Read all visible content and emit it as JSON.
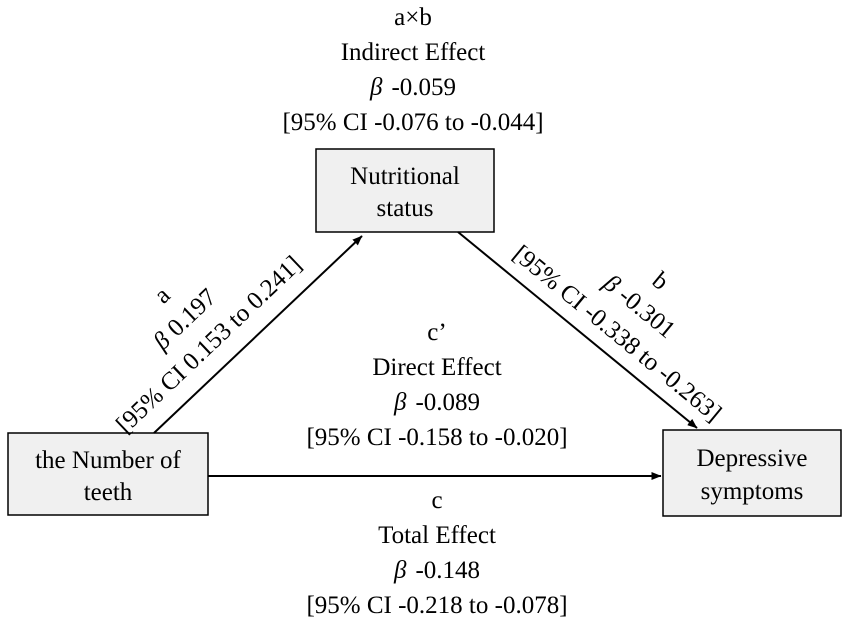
{
  "colors": {
    "box_fill": "#f0f0f0",
    "line": "#000000",
    "background": "#ffffff"
  },
  "nodes": {
    "number_of_teeth": {
      "line1": "the Number of",
      "line2": "teeth"
    },
    "nutritional_status": {
      "line1": "Nutritional",
      "line2": "status"
    },
    "depressive_symptoms": {
      "line1": "Depressive",
      "line2": "symptoms"
    }
  },
  "paths": {
    "indirect": {
      "name": "a×b",
      "label": "Indirect Effect",
      "beta_symbol": "β",
      "beta": "-0.059",
      "ci": "[95% CI -0.076 to -0.044]"
    },
    "a": {
      "name": "a",
      "beta_symbol": "β",
      "beta": "0.197",
      "ci": "[95% CI 0.153 to 0.241]"
    },
    "b": {
      "name": "b",
      "beta_symbol": "β",
      "beta": "-0.301",
      "ci": "[95% CI -0.338 to -0.263]"
    },
    "direct": {
      "name": "c’",
      "label": "Direct Effect",
      "beta_symbol": "β",
      "beta": "-0.089",
      "ci": "[95% CI -0.158 to -0.020]"
    },
    "total": {
      "name": "c",
      "label": "Total Effect",
      "beta_symbol": "β",
      "beta": "-0.148",
      "ci": "[95% CI -0.218 to -0.078]"
    }
  }
}
